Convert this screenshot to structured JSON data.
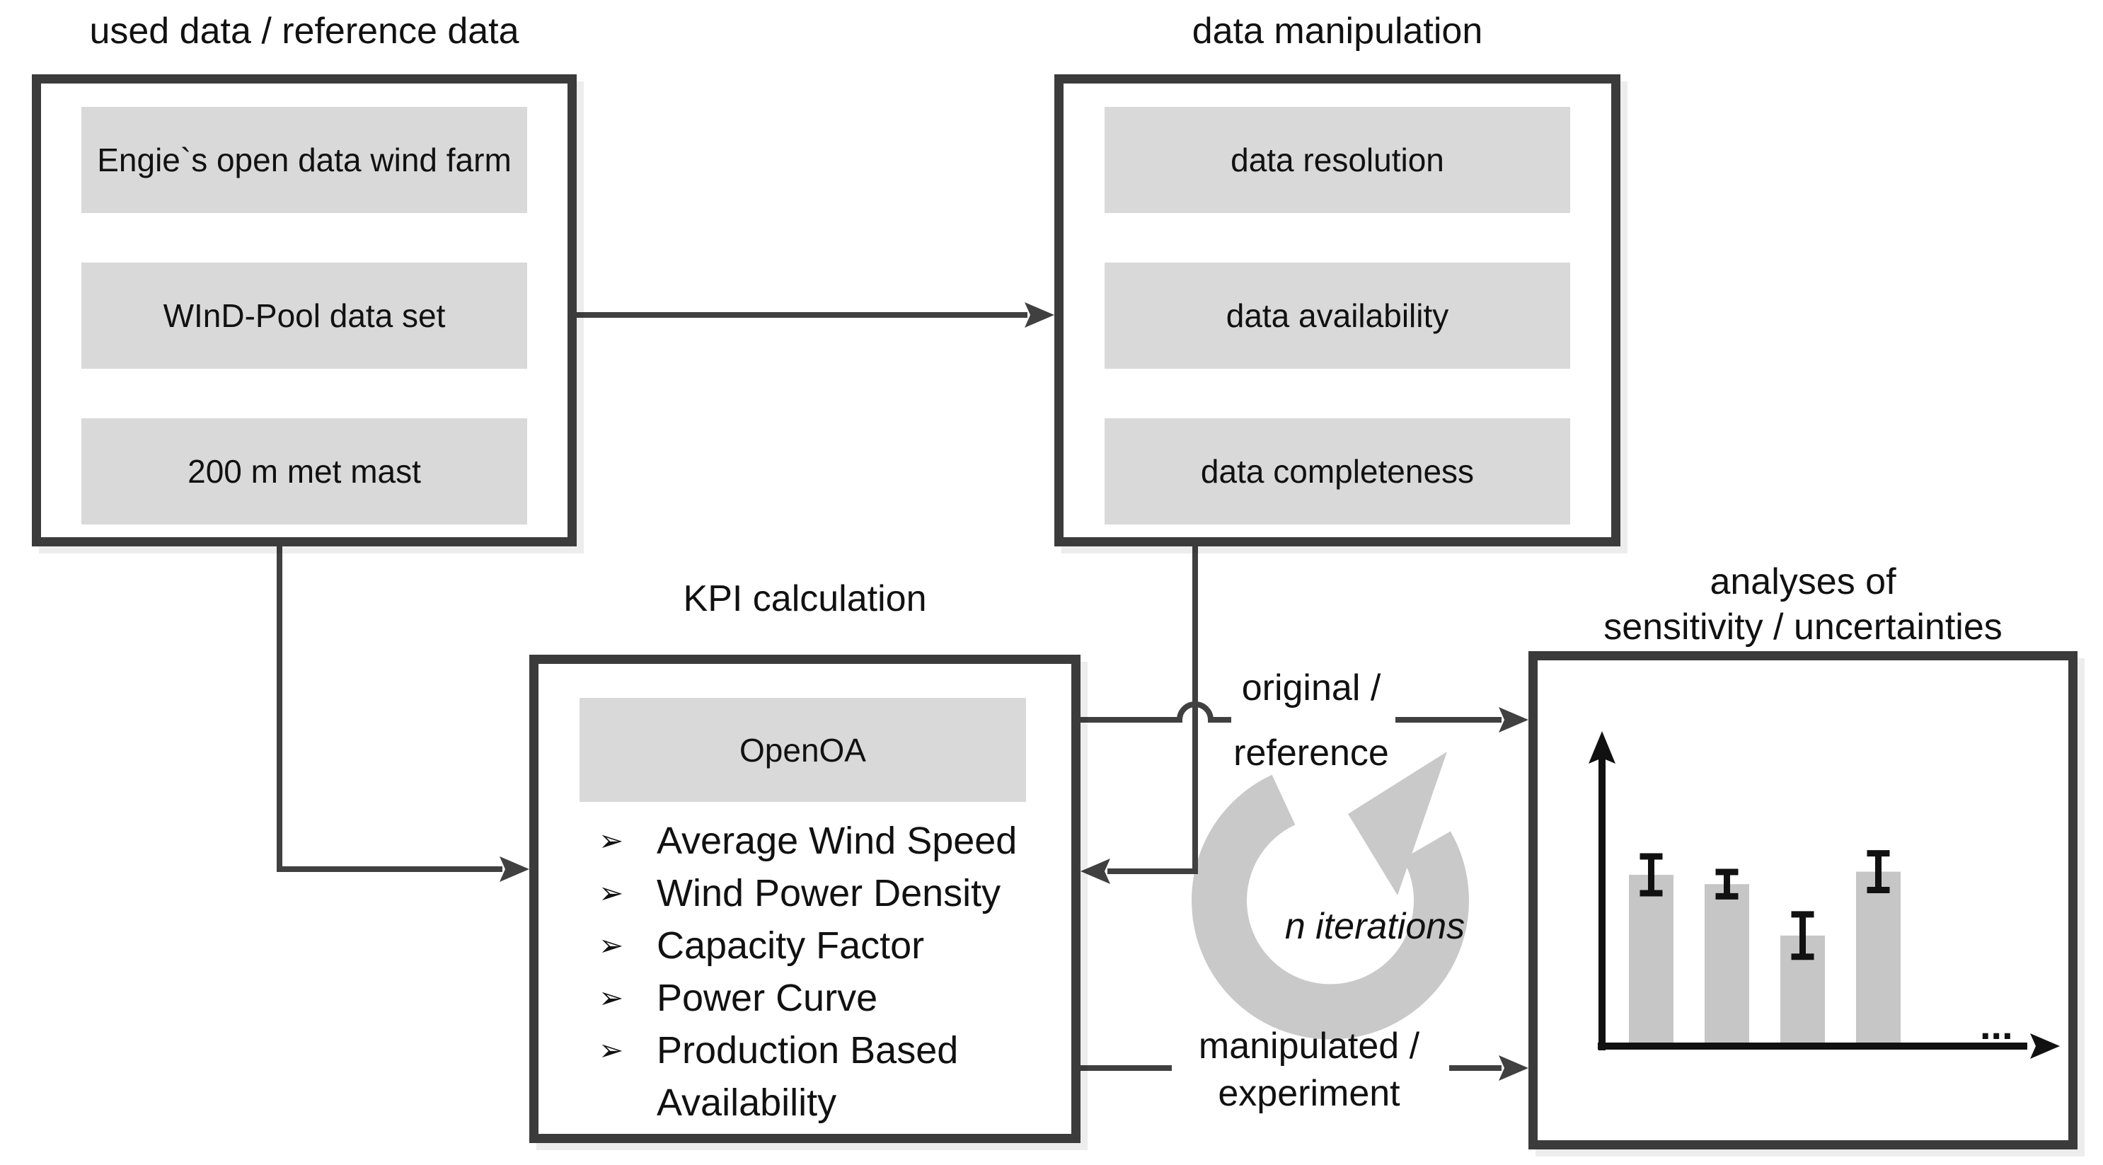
{
  "diagram": {
    "sources": {
      "title": "used data / reference data",
      "items": [
        "Engie`s open data wind farm",
        "WInD-Pool data set",
        "200 m met mast"
      ]
    },
    "manipulation": {
      "title": "data manipulation",
      "items": [
        "data resolution",
        "data availability",
        "data completeness"
      ]
    },
    "kpi": {
      "title": "KPI calculation",
      "header": "OpenOA",
      "bullet_glyph": "➢",
      "items": [
        "Average Wind Speed",
        "Wind Power Density",
        "Capacity Factor",
        "Power Curve",
        "Production Based Availability"
      ]
    },
    "analyses": {
      "title_line1": "analyses of",
      "title_line2": "sensitivity / uncertainties"
    },
    "labels": {
      "original": "original /",
      "reference": "reference",
      "manipulated": "manipulated /",
      "experiment": "experiment",
      "iterations": "n iterations"
    },
    "colors": {
      "box_border": "#3b3b3b",
      "connector_line": "#404040",
      "row_fill": "#d9d9d9",
      "cycle_arrow": "#c9c9c9",
      "bar_fill": "#c6c6c6",
      "text": "#111111"
    }
  },
  "chart_data": {
    "type": "bar",
    "title": "",
    "xlabel": "",
    "ylabel": "",
    "categories": [
      "",
      "",
      "",
      ""
    ],
    "values": [
      0.55,
      0.52,
      0.355,
      0.56
    ],
    "errors": [
      0.059,
      0.039,
      0.068,
      0.059
    ],
    "ylim": [
      0,
      1
    ],
    "grid": false,
    "legend": false,
    "annotation": "...",
    "note": "schematic sketch: four gray bars with black error bars on unlabeled axes inside the 'analyses of sensitivity / uncertainties' box"
  }
}
